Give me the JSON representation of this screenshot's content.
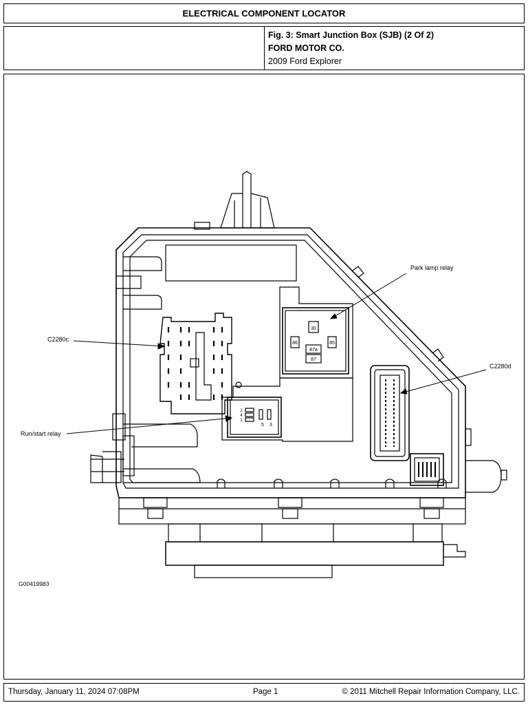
{
  "header": {
    "title": "ELECTRICAL COMPONENT LOCATOR"
  },
  "info": {
    "figure_title": "Fig. 3: Smart Junction Box (SJB) (2 Of 2)",
    "manufacturer": "FORD MOTOR CO.",
    "vehicle": "2009 Ford Explorer"
  },
  "figure": {
    "labels": {
      "park_lamp_relay": "Park lamp relay",
      "c2280c": "C2280c",
      "c2280d": "C2280d",
      "run_start_relay": "Run/start relay",
      "graphic_id": "G00419983"
    },
    "park_relay_pins": {
      "p30": "30",
      "p86": "86",
      "p85": "85",
      "p87a": "87a",
      "p87": "87"
    },
    "run_relay_pins": {
      "p2": "2",
      "p4": "4",
      "p1": "1",
      "p5": "5",
      "p3": "3"
    }
  },
  "footer": {
    "date": "Thursday, January 11, 2024  07:08PM",
    "page": "Page 1",
    "copyright": "© 2011 Mitchell Repair Information Company, LLC."
  }
}
